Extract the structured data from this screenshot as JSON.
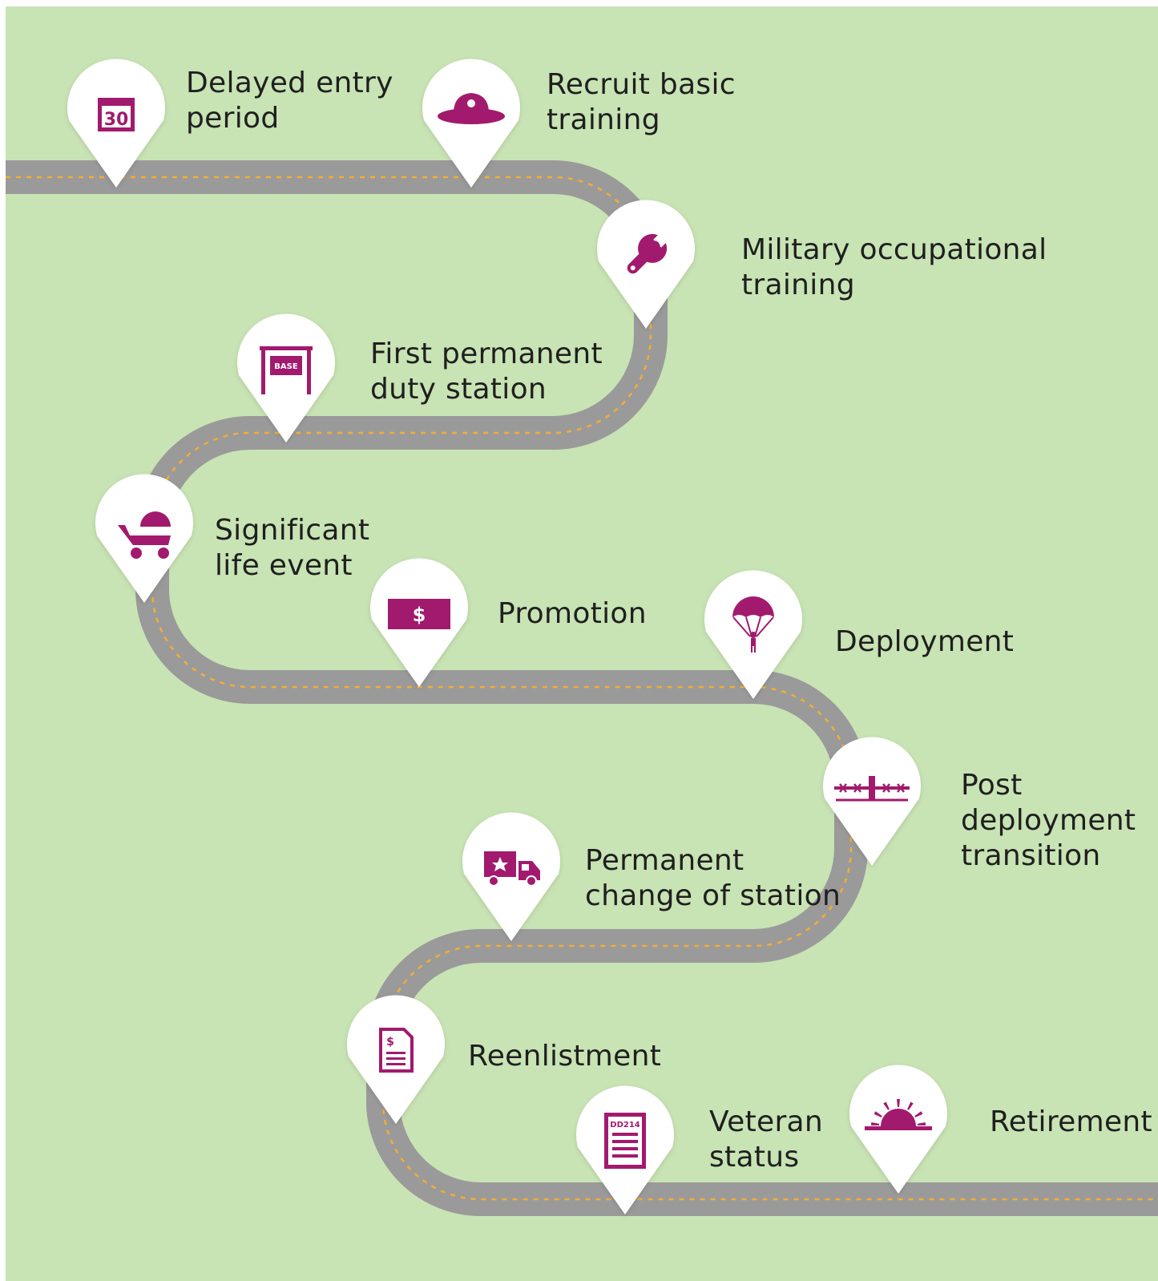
{
  "colors": {
    "background": "#c8e3b4",
    "road": "#9a9a9a",
    "road_dash": "#f3ad33",
    "marker": "#ffffff",
    "icon": "#a21a6e",
    "text": "#1f1f1f"
  },
  "milestones": [
    {
      "id": "delayed-entry",
      "label": "Delayed entry\nperiod",
      "icon": "calendar-icon",
      "icon_text": "30"
    },
    {
      "id": "recruit-basic",
      "label": "Recruit basic\ntraining",
      "icon": "campaign-hat-icon"
    },
    {
      "id": "military-occupational",
      "label": "Military occupational\ntraining",
      "icon": "wrench-icon"
    },
    {
      "id": "first-duty-station",
      "label": "First permanent\nduty station",
      "icon": "base-sign-icon",
      "icon_text": "BASE"
    },
    {
      "id": "significant-life-event",
      "label": "Significant\nlife event",
      "icon": "baby-stroller-icon"
    },
    {
      "id": "promotion",
      "label": "Promotion",
      "icon": "dollar-bill-icon",
      "icon_text": "$"
    },
    {
      "id": "deployment",
      "label": "Deployment",
      "icon": "parachute-icon"
    },
    {
      "id": "post-deployment",
      "label": "Post\ndeployment\ntransition",
      "icon": "airplane-icon"
    },
    {
      "id": "pcs",
      "label": "Permanent\nchange of station",
      "icon": "moving-truck-icon"
    },
    {
      "id": "reenlistment",
      "label": "Reenlistment",
      "icon": "contract-icon",
      "icon_text": "$"
    },
    {
      "id": "veteran-status",
      "label": "Veteran\nstatus",
      "icon": "dd214-form-icon",
      "icon_text": "DD214"
    },
    {
      "id": "retirement",
      "label": "Retirement",
      "icon": "sunset-icon"
    }
  ]
}
